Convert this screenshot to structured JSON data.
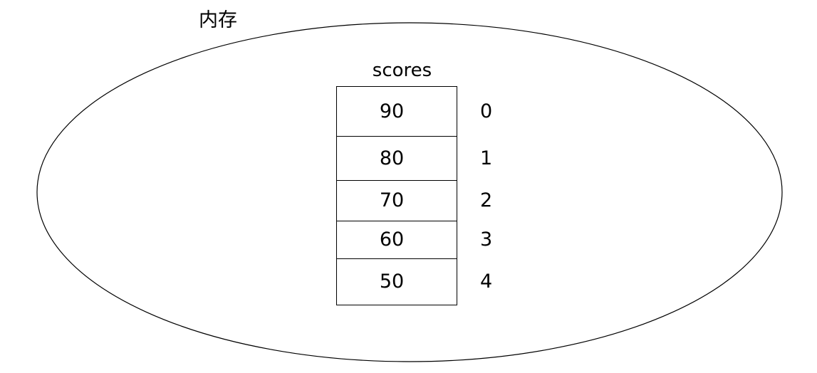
{
  "diagram": {
    "container_label": "内存",
    "array_name": "scores",
    "cells": [
      {
        "value": "90",
        "index": "0"
      },
      {
        "value": "80",
        "index": "1"
      },
      {
        "value": "70",
        "index": "2"
      },
      {
        "value": "60",
        "index": "3"
      },
      {
        "value": "50",
        "index": "4"
      }
    ],
    "colors": {
      "stroke": "#000000",
      "background": "#ffffff",
      "text": "#000000"
    }
  }
}
